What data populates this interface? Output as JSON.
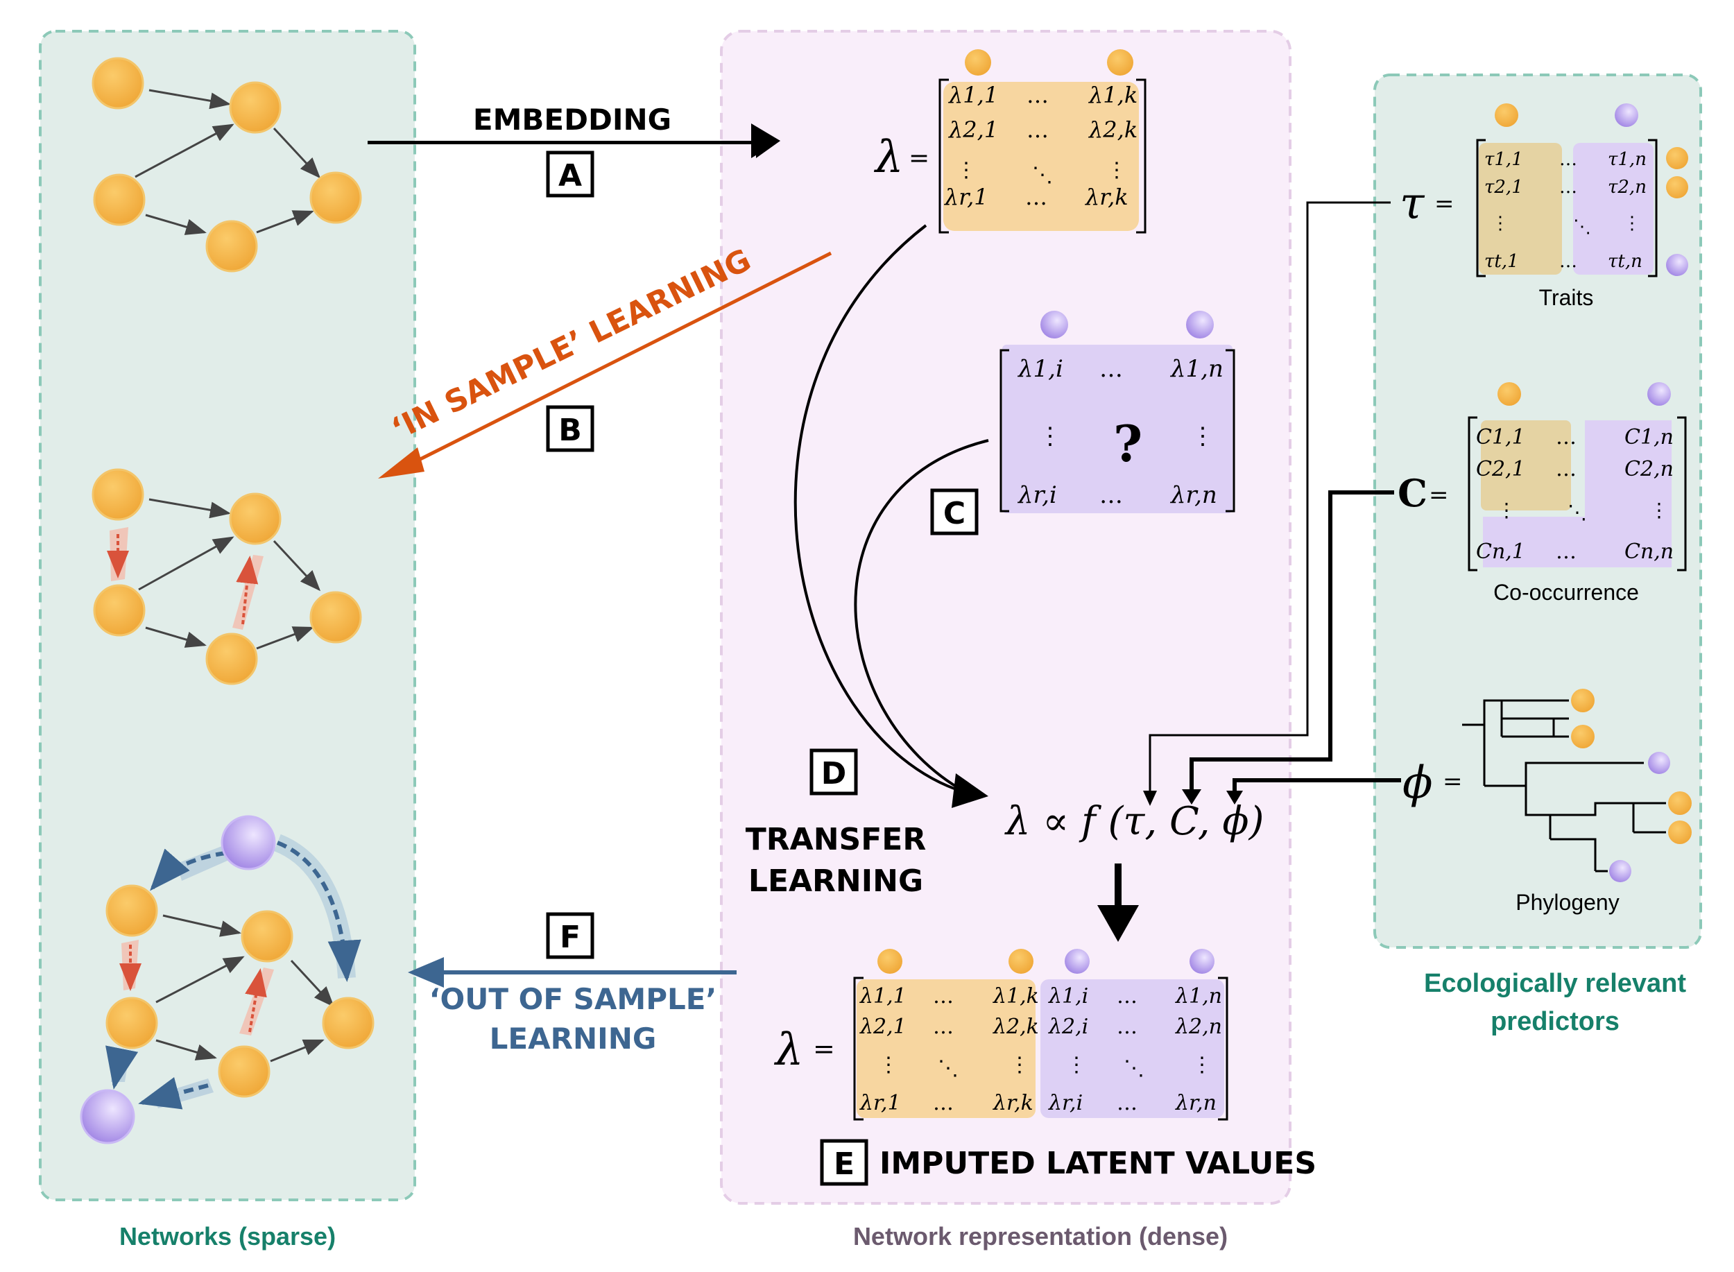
{
  "panels": {
    "networks_caption": "Networks (sparse)",
    "representation_caption": "Network representation (dense)",
    "predictors_caption_line1": "Ecologically relevant",
    "predictors_caption_line2": "predictors"
  },
  "arrows": {
    "embedding": "EMBEDDING",
    "embedding_letter": "A",
    "in_sample": "‘IN SAMPLE’ LEARNING",
    "in_sample_letter": "B",
    "missing_letter": "C",
    "transfer_letter": "D",
    "transfer_line1": "TRANSFER",
    "transfer_line2": "LEARNING",
    "imputed_letter": "E",
    "imputed_label": "IMPUTED LATENT VALUES",
    "out_sample_letter": "F",
    "out_sample_line1": "‘OUT OF SAMPLE’",
    "out_sample_line2": "LEARNING"
  },
  "matrices": {
    "lambda_symbol": "λ",
    "equals": "=",
    "dots": "…",
    "question": "?",
    "top": {
      "r1": [
        "λ1,1",
        "λ1,k"
      ],
      "r2": [
        "λ2,1",
        "λ2,k"
      ],
      "r3": [
        "λr,1",
        "λr,k"
      ]
    },
    "unknown": {
      "r1": [
        "λ1,i",
        "λ1,n"
      ],
      "r3": [
        "λr,i",
        "λr,n"
      ]
    },
    "imputed": {
      "r1": [
        "λ1,1",
        "λ1,k",
        "λ1,i",
        "λ1,n"
      ],
      "r2": [
        "λ2,1",
        "λ2,k",
        "λ2,i",
        "λ2,n"
      ],
      "r3": [
        "λr,1",
        "λr,k",
        "λr,i",
        "λr,n"
      ]
    },
    "formula": "λ  ∝ f (τ, C, ϕ)"
  },
  "predictors": {
    "traits": {
      "symbol": "τ",
      "caption": "Traits",
      "r1": [
        "τ1,1",
        "τ1,n"
      ],
      "r2": [
        "τ2,1",
        "τ2,n"
      ],
      "r3": [
        "τt,1",
        "τt,n"
      ]
    },
    "cooccurrence": {
      "symbol": "C",
      "caption": "Co-occurrence",
      "r1": [
        "C1,1",
        "C1,n"
      ],
      "r2": [
        "C2,1",
        "C2,n"
      ],
      "r3": [
        "Cn,1",
        "Cn,n"
      ]
    },
    "phylogeny": {
      "symbol": "ϕ",
      "caption": "Phylogeny"
    }
  },
  "colors": {
    "panel_green": "#e1ede9",
    "panel_border_green": "#8cc9b8",
    "panel_pink": "#f9eefa",
    "panel_border_pink": "#e4cde6",
    "node_orange": "#f5b844",
    "node_purple": "#b9a2f0",
    "cell_orange": "#f7d6a0",
    "cell_purple": "#ddd0f5",
    "in_sample_orange": "#d9530f",
    "out_sample_blue": "#3d6691",
    "caption_teal": "#16806a",
    "caption_mauve": "#6b5a6e"
  }
}
